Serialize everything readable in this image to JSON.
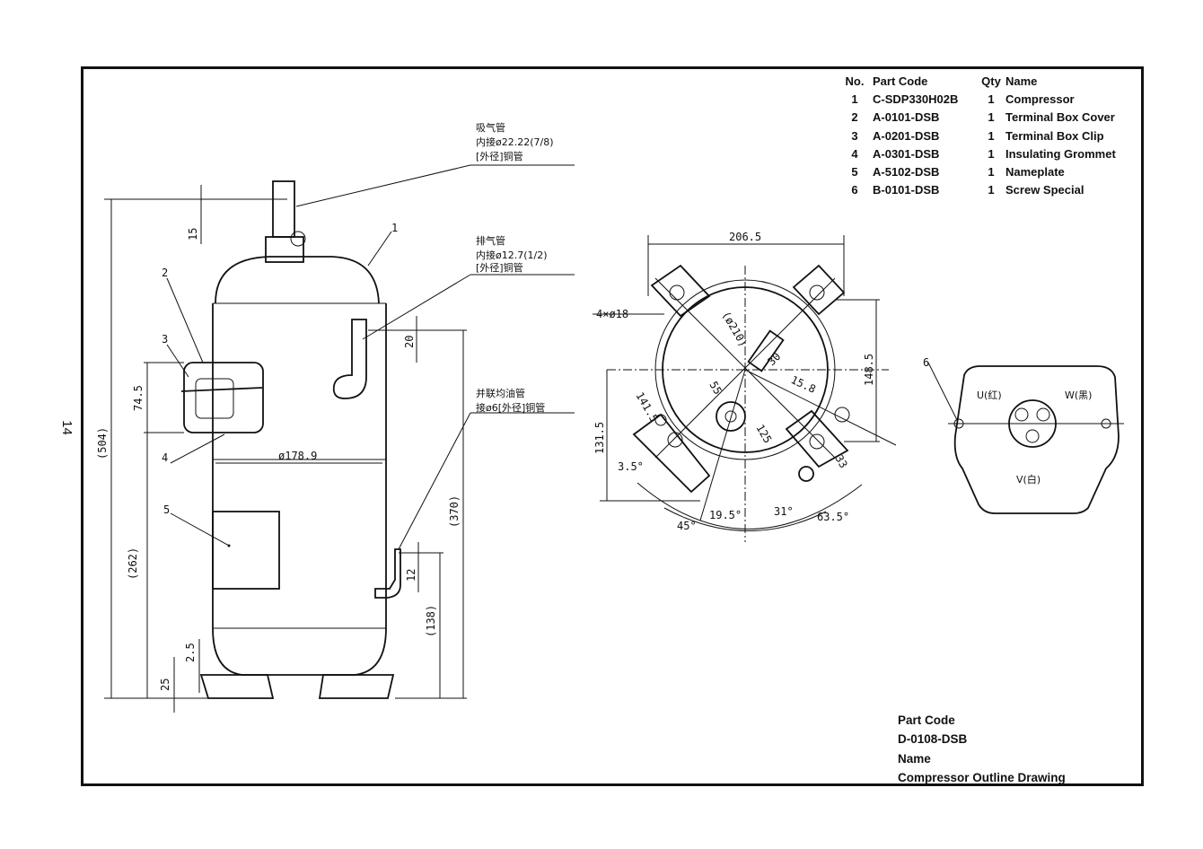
{
  "page_number": "14",
  "parts_table": {
    "headers": {
      "no": "No.",
      "code": "Part  Code",
      "qty": "Qty",
      "name": "Name"
    },
    "rows": [
      {
        "no": "1",
        "code": "C-SDP330H02B",
        "qty": "1",
        "name": "Compressor"
      },
      {
        "no": "2",
        "code": "A-0101-DSB",
        "qty": "1",
        "name": "Terminal Box Cover"
      },
      {
        "no": "3",
        "code": "A-0201-DSB",
        "qty": "1",
        "name": "Terminal Box Clip"
      },
      {
        "no": "4",
        "code": "A-0301-DSB",
        "qty": "1",
        "name": "Insulating  Grommet"
      },
      {
        "no": "5",
        "code": "A-5102-DSB",
        "qty": "1",
        "name": "Nameplate"
      },
      {
        "no": "6",
        "code": "B-0101-DSB",
        "qty": "1",
        "name": "Screw Special"
      }
    ]
  },
  "title_block": {
    "part_code_label": "Part  Code",
    "part_code_value": "D-0108-DSB",
    "name_label": "Name",
    "name_value": "Compressor  Outline  Drawing"
  },
  "side_view": {
    "suction_note": [
      "吸气管",
      "内接ø22.22(7/8)",
      "[外径]铜管"
    ],
    "discharge_note": [
      "排气管",
      "内接ø12.7(1/2)",
      "[外径]铜管"
    ],
    "equalizer_note": [
      "并联均油管",
      "接ø6[外径]铜管"
    ],
    "callouts": [
      "1",
      "2",
      "3",
      "4",
      "5"
    ],
    "dimensions": {
      "top_pipe": "15",
      "discharge_height": "20",
      "terminal_height": "74.5",
      "total_height": "(504)",
      "diameter": "ø178.9",
      "height_262": "(262)",
      "height_370": "(370)",
      "equalizer_pipe": "12",
      "height_138": "(138)",
      "foot_2_5": "2.5",
      "foot_25": "25"
    }
  },
  "top_view": {
    "dimensions": {
      "width": "206.5",
      "holes": "4×ø18",
      "circle": "(ø210)",
      "d30": "30",
      "d15_8": "15.8",
      "d148_5": "148.5",
      "d55": "55",
      "d141_5": "141.5",
      "d125": "125",
      "d131_5": "131.5",
      "d3_5": "3.5°",
      "d33": "33",
      "a19_5": "19.5°",
      "a31": "31°",
      "a63_5": "63.5°",
      "a45": "45°"
    }
  },
  "terminal_view": {
    "callout": "6",
    "u_label": "U(红)",
    "w_label": "W(黑)",
    "v_label": "V(白)"
  }
}
